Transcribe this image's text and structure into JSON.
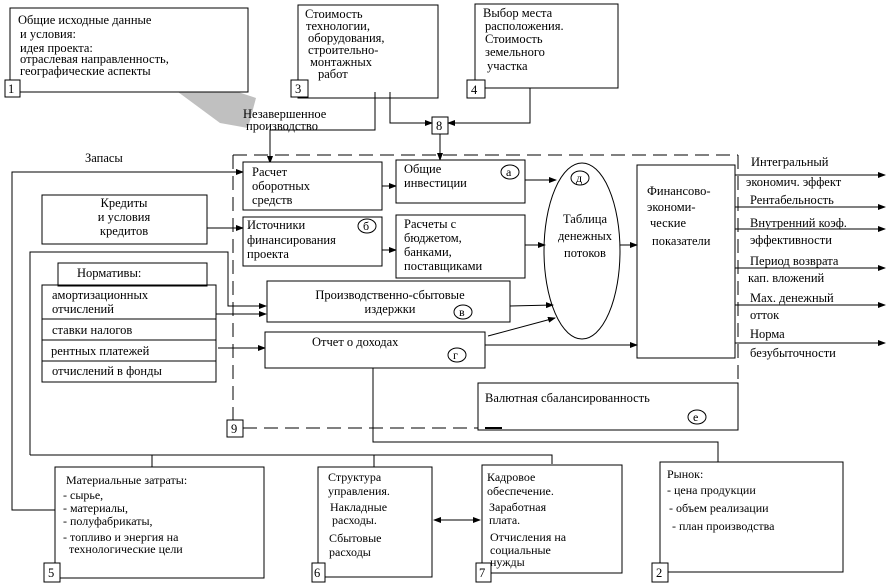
{
  "box1": {
    "num": "1",
    "lines": [
      "Общие исходные данные",
      "и условия:",
      "идея проекта:",
      "отраслевая направленность,",
      "географические аспекты"
    ]
  },
  "box3": {
    "num": "3",
    "lines": [
      "Стоимость",
      "технологии,",
      "оборудования,",
      "строительно-",
      "монтажных",
      "работ"
    ]
  },
  "box4": {
    "num": "4",
    "lines": [
      "Выбор места",
      "расположения.",
      "Стоимость",
      "земельного",
      "участка"
    ]
  },
  "box8": {
    "num": "8"
  },
  "box9": {
    "num": "9"
  },
  "wip": [
    "Незавершенное",
    "производство"
  ],
  "stocks": "Запасы",
  "working_capital": {
    "lines": [
      "Расчет",
      "оборотных",
      "средств"
    ]
  },
  "investments": {
    "lines": [
      "Общие",
      "инвестиции"
    ],
    "mark": "а"
  },
  "credits": {
    "lines": [
      "Кредиты",
      "и условия",
      "кредитов"
    ]
  },
  "sources": {
    "lines": [
      "Источники",
      "финансирования",
      "проекта"
    ],
    "mark": "б"
  },
  "settlements": {
    "lines": [
      "Расчеты с",
      "бюджетом,",
      "банками,",
      "поставщиками"
    ]
  },
  "cashflow": {
    "lines": [
      "Таблица",
      "денежных",
      "потоков"
    ],
    "mark": "д"
  },
  "financial": {
    "lines": [
      "Финансово-",
      "экономи-",
      "ческие",
      "показатели"
    ]
  },
  "outputs": [
    "Интегральный",
    "экономич.  эффект",
    "Рентабельность",
    "Внутренний коэф.",
    "эффективности",
    "Период возврата",
    "кап. вложений",
    "Мах. денежный",
    "отток",
    "Норма",
    "безубыточности"
  ],
  "norms": {
    "title": "Нормативы:",
    "rows": [
      "амортизационных",
      "отчислений",
      "ставки налогов",
      "рентных платежей",
      "отчислений в фонды"
    ]
  },
  "costs": {
    "lines": [
      "Производственно-сбытовые",
      "издержки"
    ],
    "mark": "в"
  },
  "income": {
    "lines": [
      "Отчет о доходах"
    ],
    "mark": "г"
  },
  "currency": {
    "lines": [
      "Валютная сбалансированность"
    ],
    "mark": "е"
  },
  "box5": {
    "num": "5",
    "lines": [
      "Материальные затраты:",
      "- сырье,",
      "- материалы,",
      "- полуфабрикаты,",
      "- топливо и энергия на",
      "технологические цели"
    ]
  },
  "box6": {
    "num": "6",
    "lines": [
      "Структура",
      "управления.",
      "Накладные",
      "расходы.",
      "Сбытовые",
      "расходы"
    ]
  },
  "box7": {
    "num": "7",
    "lines": [
      "Кадровое",
      "обеспечение.",
      "Заработная",
      "плата.",
      "Отчисления на",
      "социальные",
      "нужды"
    ]
  },
  "box2": {
    "num": "2",
    "lines": [
      "Рынок:",
      "- цена продукции",
      "- объем  реализации",
      "- план  производства"
    ]
  }
}
